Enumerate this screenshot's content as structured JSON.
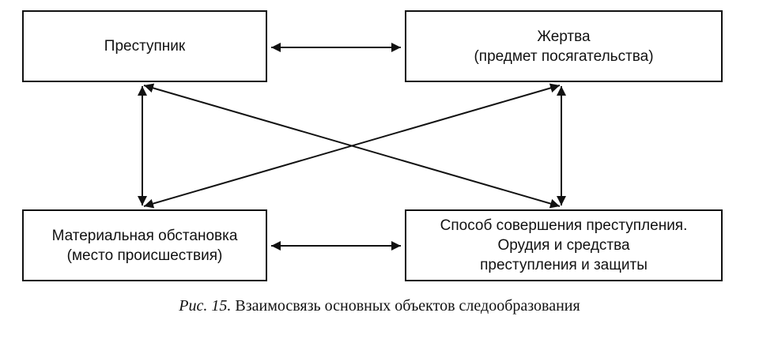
{
  "diagram": {
    "nodes": [
      {
        "id": "criminal",
        "text": "Преступник"
      },
      {
        "id": "victim",
        "text": "Жертва\n(предмет посягательства)"
      },
      {
        "id": "scene",
        "text": "Материальная обстановка\n(место происшествия)"
      },
      {
        "id": "method",
        "text": "Способ совершения преступления.\nОрудия и средства\nпреступления и защиты"
      }
    ],
    "edges": [
      {
        "from": "criminal",
        "to": "victim",
        "direction": "both"
      },
      {
        "from": "scene",
        "to": "method",
        "direction": "both"
      },
      {
        "from": "criminal",
        "to": "scene",
        "direction": "both"
      },
      {
        "from": "victim",
        "to": "method",
        "direction": "both"
      },
      {
        "from": "criminal",
        "to": "method",
        "direction": "both"
      },
      {
        "from": "scene",
        "to": "victim",
        "direction": "both"
      }
    ],
    "colors": {
      "stroke": "#111111",
      "background": "#ffffff"
    }
  },
  "caption": {
    "label": "Рис. 15.",
    "text": "Взаимосвязь основных объектов следообразования"
  }
}
